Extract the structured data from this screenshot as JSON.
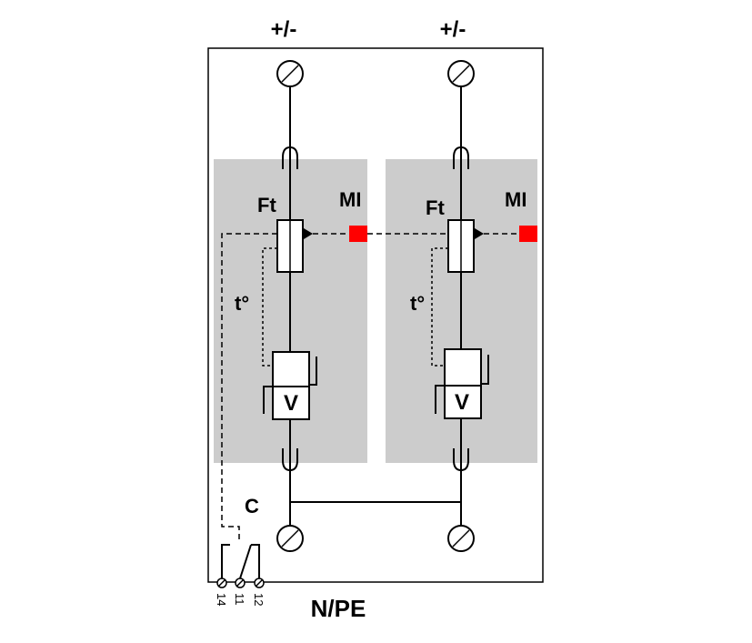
{
  "diagram": {
    "top_terminal_label_1": "+/-",
    "top_terminal_label_2": "+/-",
    "bottom_label": "N/PE",
    "module_1": {
      "fuse_label": "Ft",
      "indicator_label": "MI",
      "thermal_label": "t°",
      "varistor_label": "V"
    },
    "module_2": {
      "fuse_label": "Ft",
      "indicator_label": "MI",
      "thermal_label": "t°",
      "varistor_label": "V"
    },
    "contact_label": "C",
    "contact_pins": [
      "14",
      "11",
      "12"
    ]
  },
  "colors": {
    "module_fill": "#cccccc",
    "indicator": "#ff0000",
    "line": "#000000",
    "background": "#ffffff"
  }
}
